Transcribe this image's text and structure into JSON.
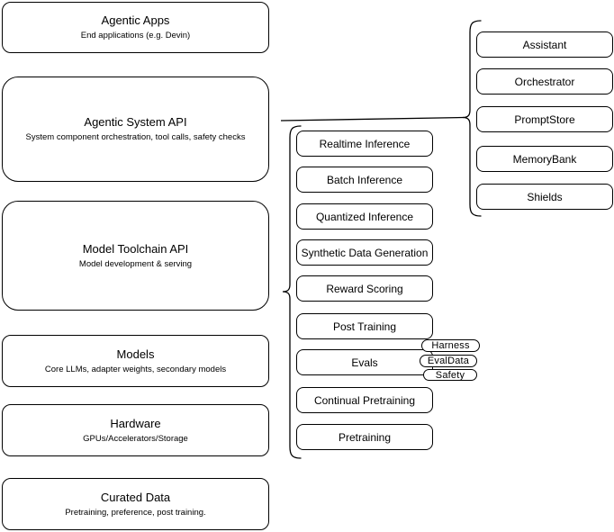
{
  "diagram": {
    "colors": {
      "stroke": "#000000",
      "fill": "#ffffff",
      "background": "#ffffff",
      "text": "#000000"
    },
    "left_column": [
      {
        "title": "Agentic Apps",
        "subtitle": "End applications (e.g. Devin)"
      },
      {
        "title": "Agentic System API",
        "subtitle": "System component orchestration, tool calls, safety checks"
      },
      {
        "title": "Model Toolchain API",
        "subtitle": "Model development & serving"
      },
      {
        "title": "Models",
        "subtitle": "Core LLMs, adapter weights, secondary models"
      },
      {
        "title": "Hardware",
        "subtitle": "GPUs/Accelerators/Storage"
      },
      {
        "title": "Curated Data",
        "subtitle": "Pretraining, preference, post training."
      }
    ],
    "toolchain_items": [
      {
        "label": "Realtime Inference"
      },
      {
        "label": "Batch Inference"
      },
      {
        "label": "Quantized Inference"
      },
      {
        "label": "Synthetic Data Generation"
      },
      {
        "label": "Reward Scoring"
      },
      {
        "label": "Post Training"
      },
      {
        "label": "Evals"
      },
      {
        "label": "Continual Pretraining"
      },
      {
        "label": "Pretraining"
      }
    ],
    "evals_tags": [
      {
        "label": "Harness"
      },
      {
        "label": "EvalData"
      },
      {
        "label": "Safety"
      }
    ],
    "system_components": [
      {
        "label": "Assistant"
      },
      {
        "label": "Orchestrator"
      },
      {
        "label": "PromptStore"
      },
      {
        "label": "MemoryBank"
      },
      {
        "label": "Shields"
      }
    ]
  }
}
